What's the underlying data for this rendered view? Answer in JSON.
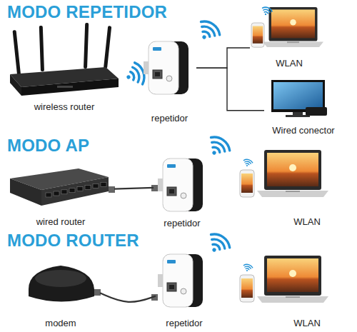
{
  "diagram": {
    "nodes": [
      {
        "text": [
          "wireless router"
        ]
      },
      {
        "text": [
          "repetidor"
        ]
      },
      {
        "text": [
          "WLAN"
        ]
      },
      {
        "text": [
          "Wired conector"
        ]
      },
      {
        "text": [
          "wired router"
        ]
      },
      {
        "text": [
          "repetidor"
        ]
      },
      {
        "text": [
          "WLAN"
        ]
      },
      {
        "text": [
          "modem"
        ]
      },
      {
        "text": [
          "repetidor"
        ]
      },
      {
        "text": [
          "WLAN"
        ]
      }
    ],
    "edges": [
      {
        "from": 1,
        "to": 2,
        "arrow": "none"
      },
      {
        "from": 1,
        "to": 3,
        "arrow": "none"
      },
      {
        "from": 4,
        "to": 5,
        "arrow": "none"
      },
      {
        "from": 7,
        "to": 8,
        "arrow": "none"
      }
    ],
    "labels": [
      "MODO REPETIDOR",
      "MODO AP",
      "MODO ROUTER"
    ]
  }
}
